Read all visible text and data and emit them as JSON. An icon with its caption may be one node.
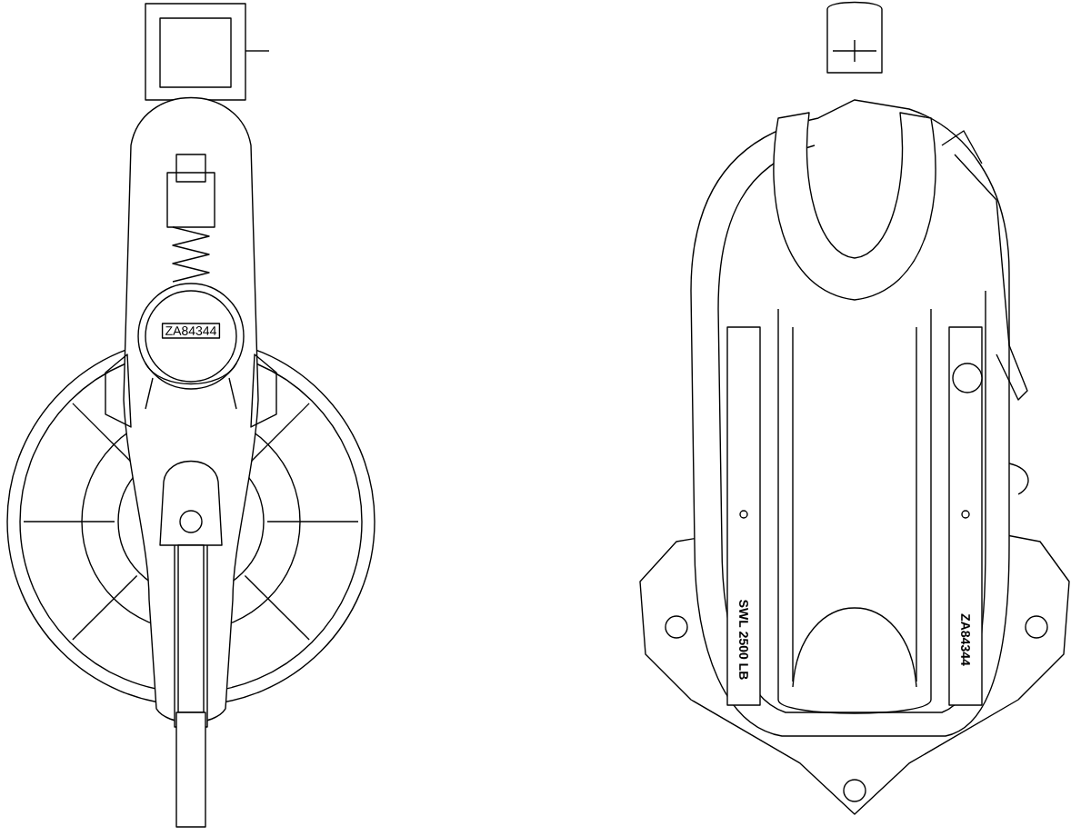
{
  "diagram": {
    "labels": [
      "ZA84344",
      "SWL 2500 LB",
      "ZA84344"
    ]
  }
}
